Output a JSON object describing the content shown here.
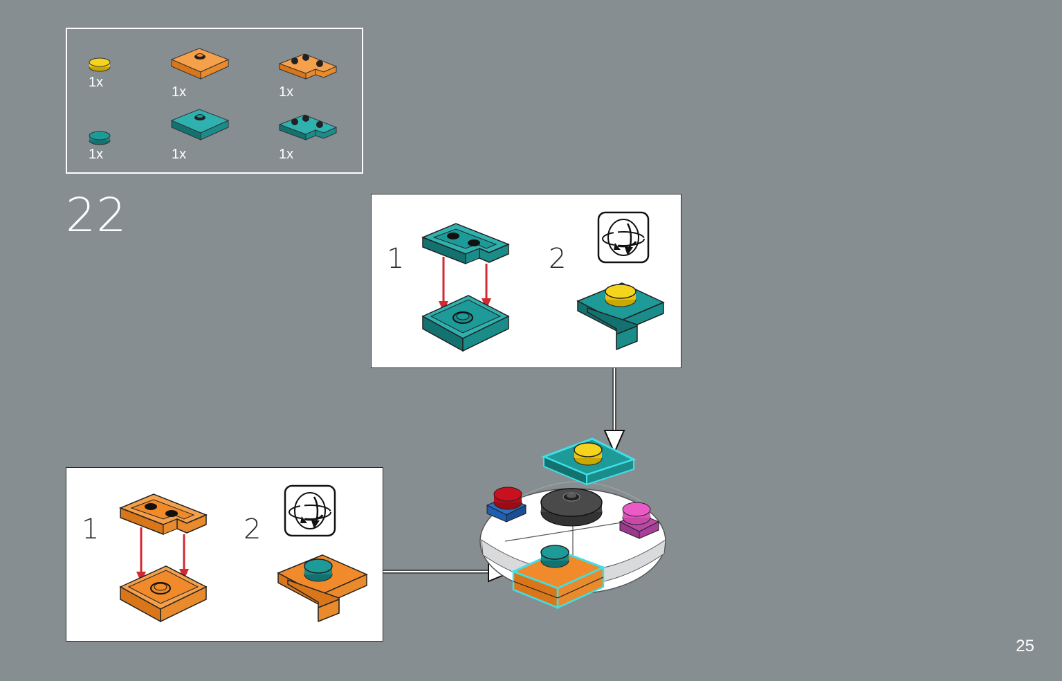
{
  "step": {
    "number": "22"
  },
  "page": {
    "number": "25"
  },
  "parts_list": {
    "items": [
      {
        "icon": "round-plate-1x1-yellow-icon",
        "qty": "1x",
        "color": "#f5d41e"
      },
      {
        "icon": "plate-2x2-center-stud-orange-icon",
        "qty": "1x",
        "color": "#f08a2a"
      },
      {
        "icon": "corner-plate-2x2-orange-icon",
        "qty": "1x",
        "color": "#f08a2a"
      },
      {
        "icon": "round-plate-1x1-teal-icon",
        "qty": "1x",
        "color": "#1e9a98"
      },
      {
        "icon": "plate-2x2-center-stud-teal-icon",
        "qty": "1x",
        "color": "#1e9a98"
      },
      {
        "icon": "corner-plate-2x2-teal-icon",
        "qty": "1x",
        "color": "#1e9a98"
      }
    ]
  },
  "callout_top": {
    "sub1": "1",
    "sub2": "2",
    "color": "#1e9a98"
  },
  "callout_bottom": {
    "sub1": "1",
    "sub2": "2",
    "color": "#f08a2a"
  },
  "colors": {
    "background": "#878e91",
    "arrow_red": "#d12a32",
    "highlight_cyan": "#3fe0e8",
    "yellow": "#f5d41e",
    "teal": "#1e9a98",
    "orange": "#f08a2a",
    "red": "#c8101e",
    "blue": "#1f5fb0",
    "magenta": "#ec5ac8"
  }
}
